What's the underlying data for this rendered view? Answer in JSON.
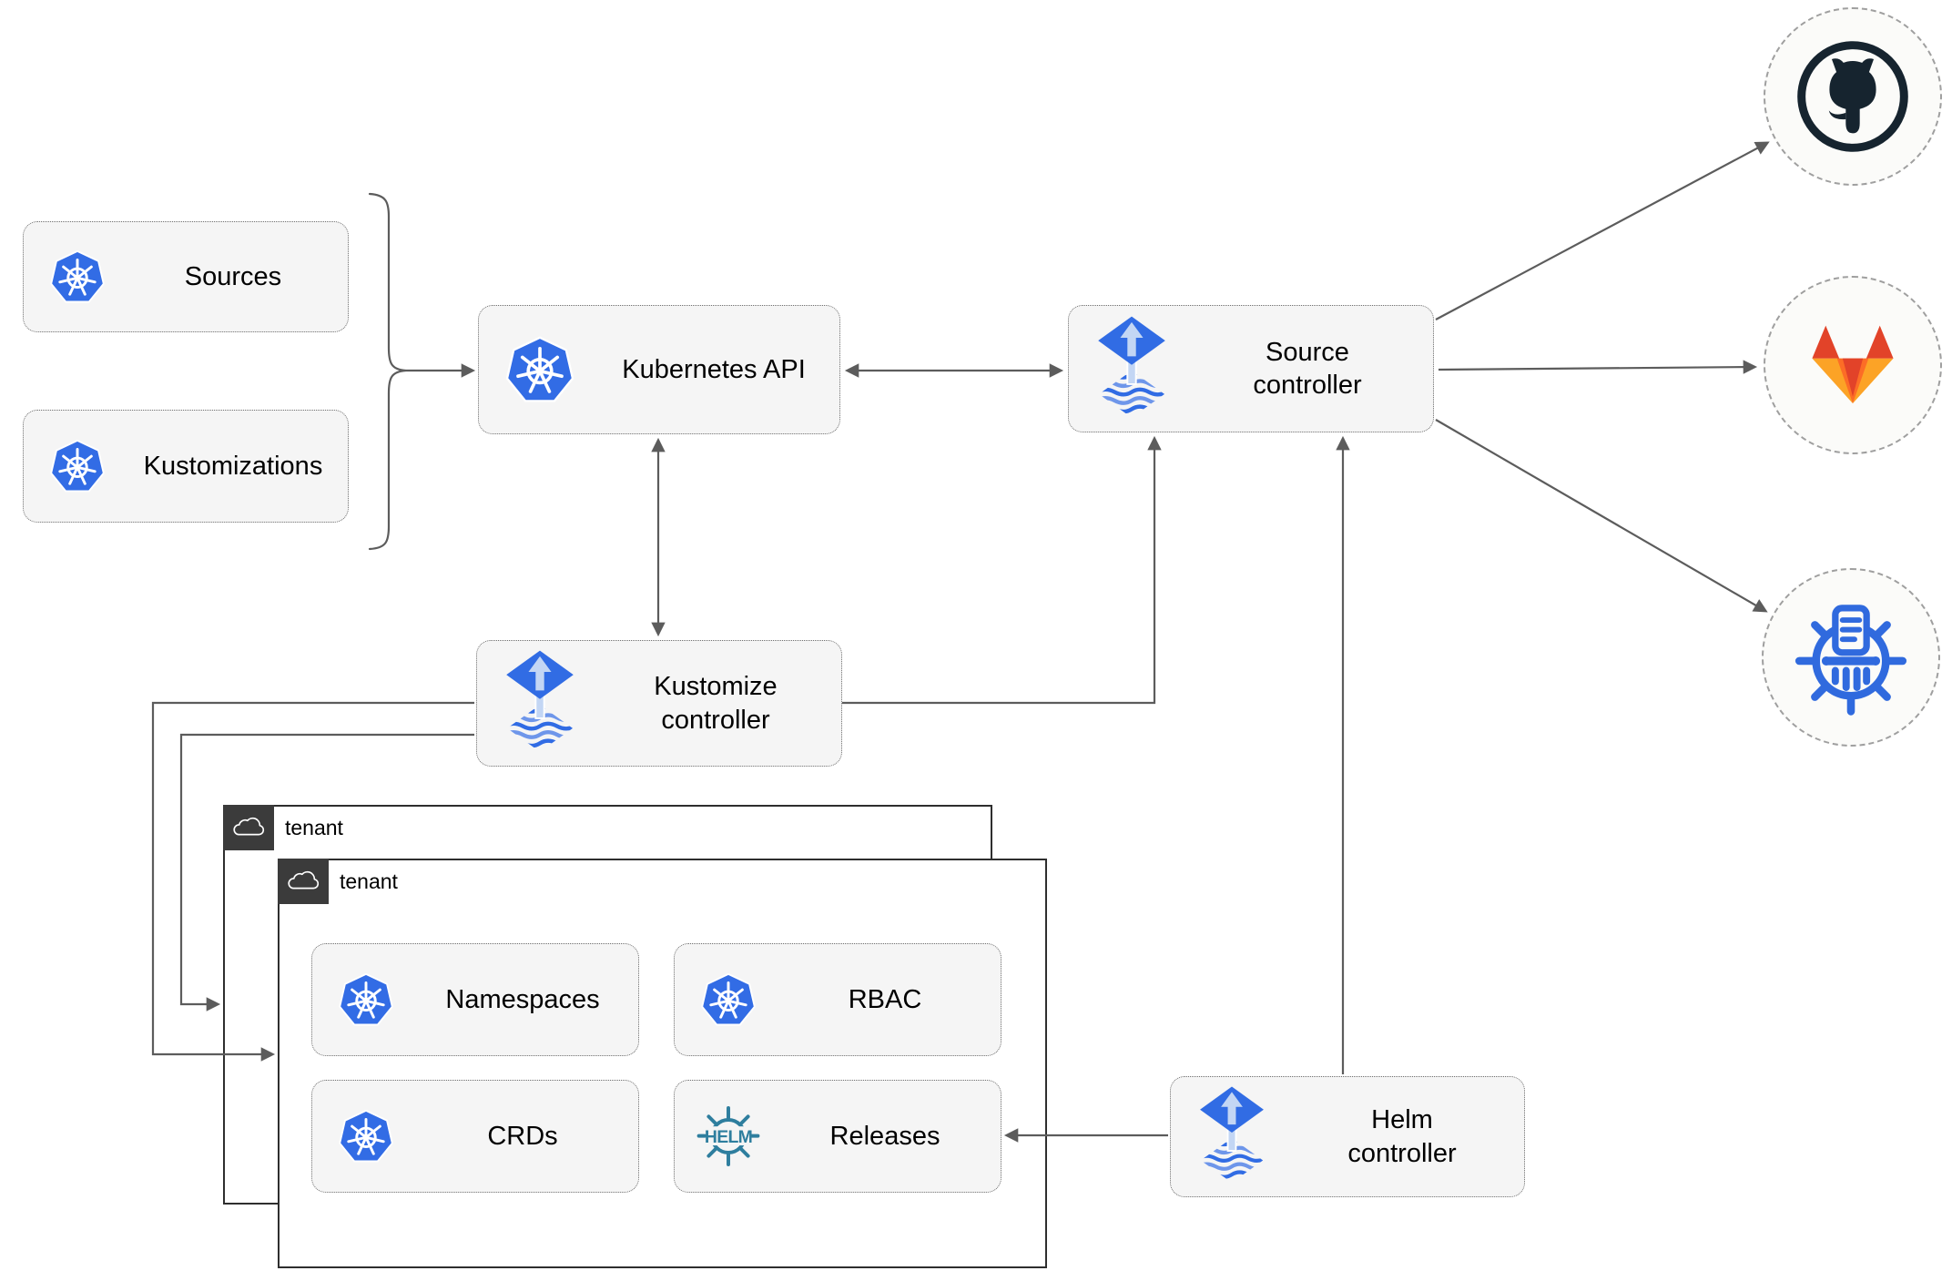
{
  "nodes": {
    "sources": {
      "label": "Sources"
    },
    "kustomizations": {
      "label": "Kustomizations"
    },
    "kubernetes_api": {
      "label": "Kubernetes API"
    },
    "source_controller": {
      "label": "Source controller"
    },
    "kustomize_controller": {
      "label": "Kustomize controller"
    },
    "helm_controller": {
      "label": "Helm controller"
    },
    "namespaces": {
      "label": "Namespaces"
    },
    "rbac": {
      "label": "RBAC"
    },
    "crds": {
      "label": "CRDs"
    },
    "releases": {
      "label": "Releases"
    }
  },
  "tenants": {
    "outer": {
      "label": "tenant"
    },
    "inner": {
      "label": "tenant"
    }
  },
  "icons": {
    "kubernetes": "kubernetes-icon",
    "flux": "flux-icon",
    "helm": "helm-icon",
    "helm_wordmark": "HELM",
    "cloud": "cloud-icon",
    "github": "github-icon",
    "gitlab": "gitlab-icon",
    "chart_repository": "chartmuseum-icon"
  },
  "colors": {
    "kubernetes_blue": "#326ce5",
    "flux_blue": "#316ce4",
    "flux_light": "#c3d6f4",
    "helm_teal": "#2e7e9e",
    "github_dark": "#16242f",
    "gitlab_red": "#e24329",
    "gitlab_orange": "#fc6d26",
    "gitlab_amber": "#fca326",
    "chartmuseum_blue": "#306ade",
    "node_fill": "#f5f5f5",
    "connector_gray": "#5c5c5c",
    "tenant_header_bg": "#3b3b3b"
  }
}
